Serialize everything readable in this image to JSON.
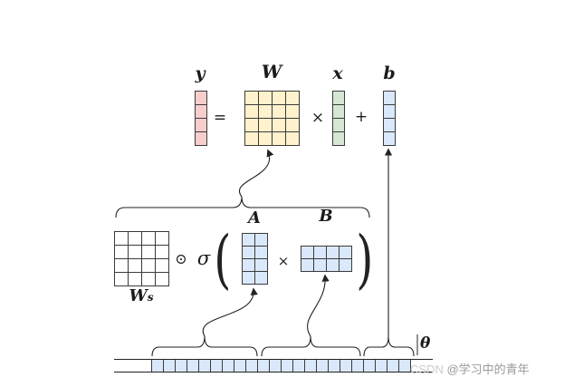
{
  "equation_row": {
    "y_label": "y",
    "equals": "=",
    "w_label": "W",
    "times": "×",
    "x_label": "x",
    "plus": "+",
    "b_label": "b"
  },
  "decomposition_row": {
    "ws_base": "W",
    "ws_sub": "s",
    "hadamard": "⊙",
    "sigma": "σ",
    "lparen": "(",
    "a_label": "A",
    "times": "×",
    "b_label": "B",
    "rparen": ")"
  },
  "theta_row": {
    "theta_label": "θ"
  },
  "watermark": {
    "brand": "CSDN ",
    "user": "@学习中的青年"
  },
  "colors": {
    "y_fill": "#f8cecc",
    "W_fill": "#fff2cc",
    "x_fill": "#d5e8d4",
    "b_fill": "#dae8fc",
    "Ws_fill": "#ffffff",
    "A_fill": "#dae8fc",
    "B_fill": "#dae8fc",
    "theta_fill": "#dae8fc",
    "line": "#222222"
  },
  "matrices": {
    "y": {
      "rows": 4,
      "cols": 1,
      "fill": "#f8cecc"
    },
    "W": {
      "rows": 4,
      "cols": 4,
      "fill": "#fff2cc"
    },
    "x": {
      "rows": 4,
      "cols": 1,
      "fill": "#d5e8d4"
    },
    "b": {
      "rows": 4,
      "cols": 1,
      "fill": "#dae8fc"
    },
    "Ws": {
      "rows": 4,
      "cols": 4,
      "fill": "#ffffff"
    },
    "A": {
      "rows": 4,
      "cols": 2,
      "fill": "#dae8fc"
    },
    "B": {
      "rows": 2,
      "cols": 4,
      "fill": "#dae8fc"
    },
    "theta": {
      "rows": 1,
      "cols": 22,
      "fill": "#dae8fc"
    }
  }
}
